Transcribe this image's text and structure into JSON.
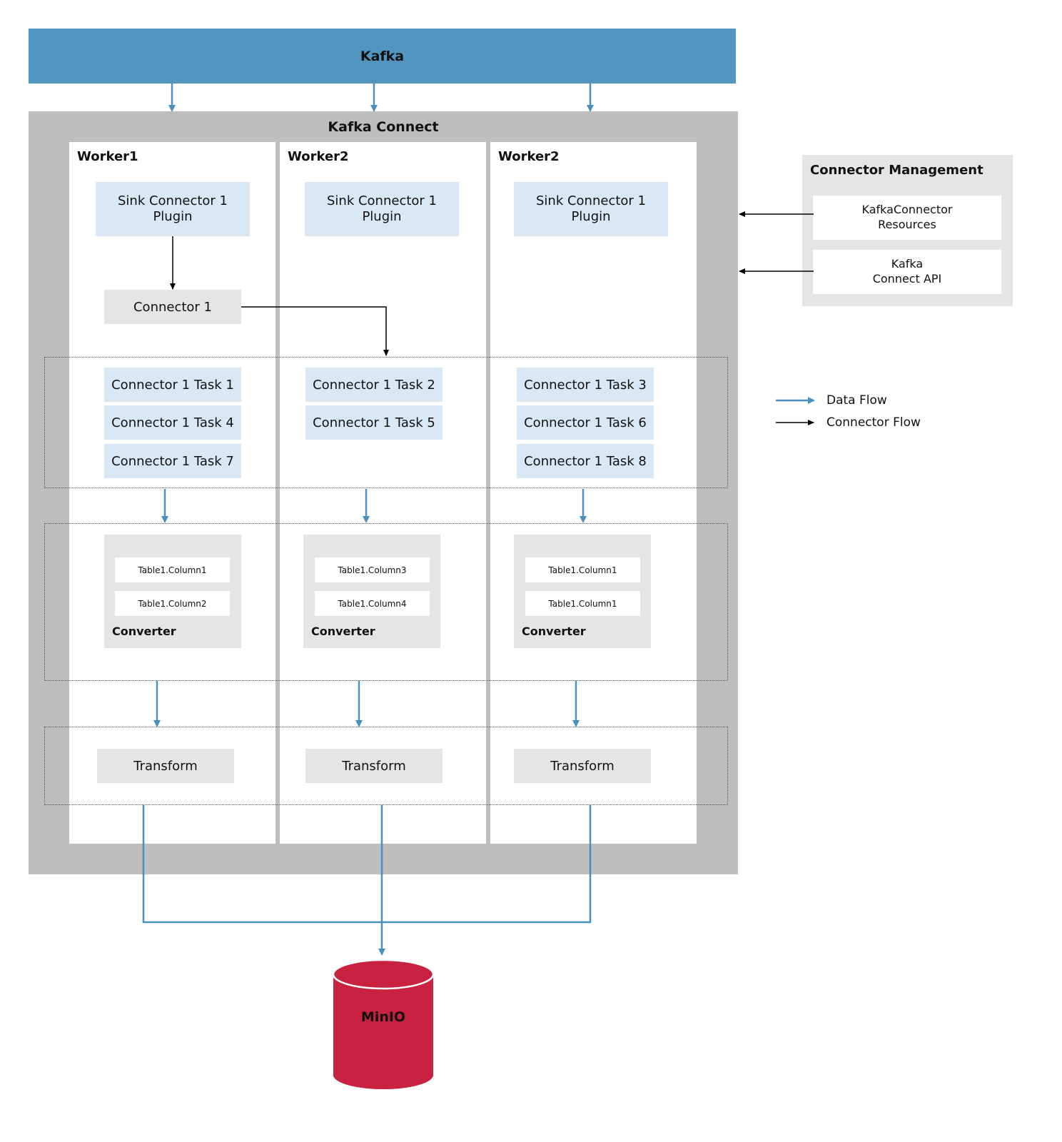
{
  "kafka": {
    "label": "Kafka"
  },
  "kafka_connect": {
    "title": "Kafka Connect"
  },
  "workers": [
    {
      "title": "Worker1",
      "plugin": "Sink Connector 1\nPlugin",
      "connector": "Connector 1",
      "tasks": [
        "Connector 1 Task 1",
        "Connector 1 Task 4",
        "Connector 1 Task 7"
      ],
      "converter": {
        "columns": [
          "Table1.Column1",
          "Table1.Column2"
        ],
        "label": "Converter"
      },
      "transform": "Transform"
    },
    {
      "title": "Worker2",
      "plugin": "Sink Connector 1\nPlugin",
      "tasks": [
        "Connector 1 Task 2",
        "Connector 1 Task 5"
      ],
      "converter": {
        "columns": [
          "Table1.Column3",
          "Table1.Column4"
        ],
        "label": "Converter"
      },
      "transform": "Transform"
    },
    {
      "title": "Worker2",
      "plugin": "Sink Connector 1\nPlugin",
      "tasks": [
        "Connector 1 Task 3",
        "Connector 1 Task 6",
        "Connector 1 Task 8"
      ],
      "converter": {
        "columns": [
          "Table1.Column1",
          "Table1.Column1"
        ],
        "label": "Converter"
      },
      "transform": "Transform"
    }
  ],
  "connector_management": {
    "title": "Connector Management",
    "items": [
      "KafkaConnector\nResources",
      "Kafka\nConnect API"
    ]
  },
  "legend": {
    "data_flow": "Data Flow",
    "connector_flow": "Connector Flow"
  },
  "storage": {
    "label": "MinIO"
  },
  "colors": {
    "kafka": "#5096c0",
    "data_flow": "#4a90bf",
    "connector_flow": "#000000",
    "connect_bg": "#bebebe",
    "plugin_bg": "#dae8f5",
    "gray_box": "#e5e5e5",
    "minio": "#c82240"
  }
}
